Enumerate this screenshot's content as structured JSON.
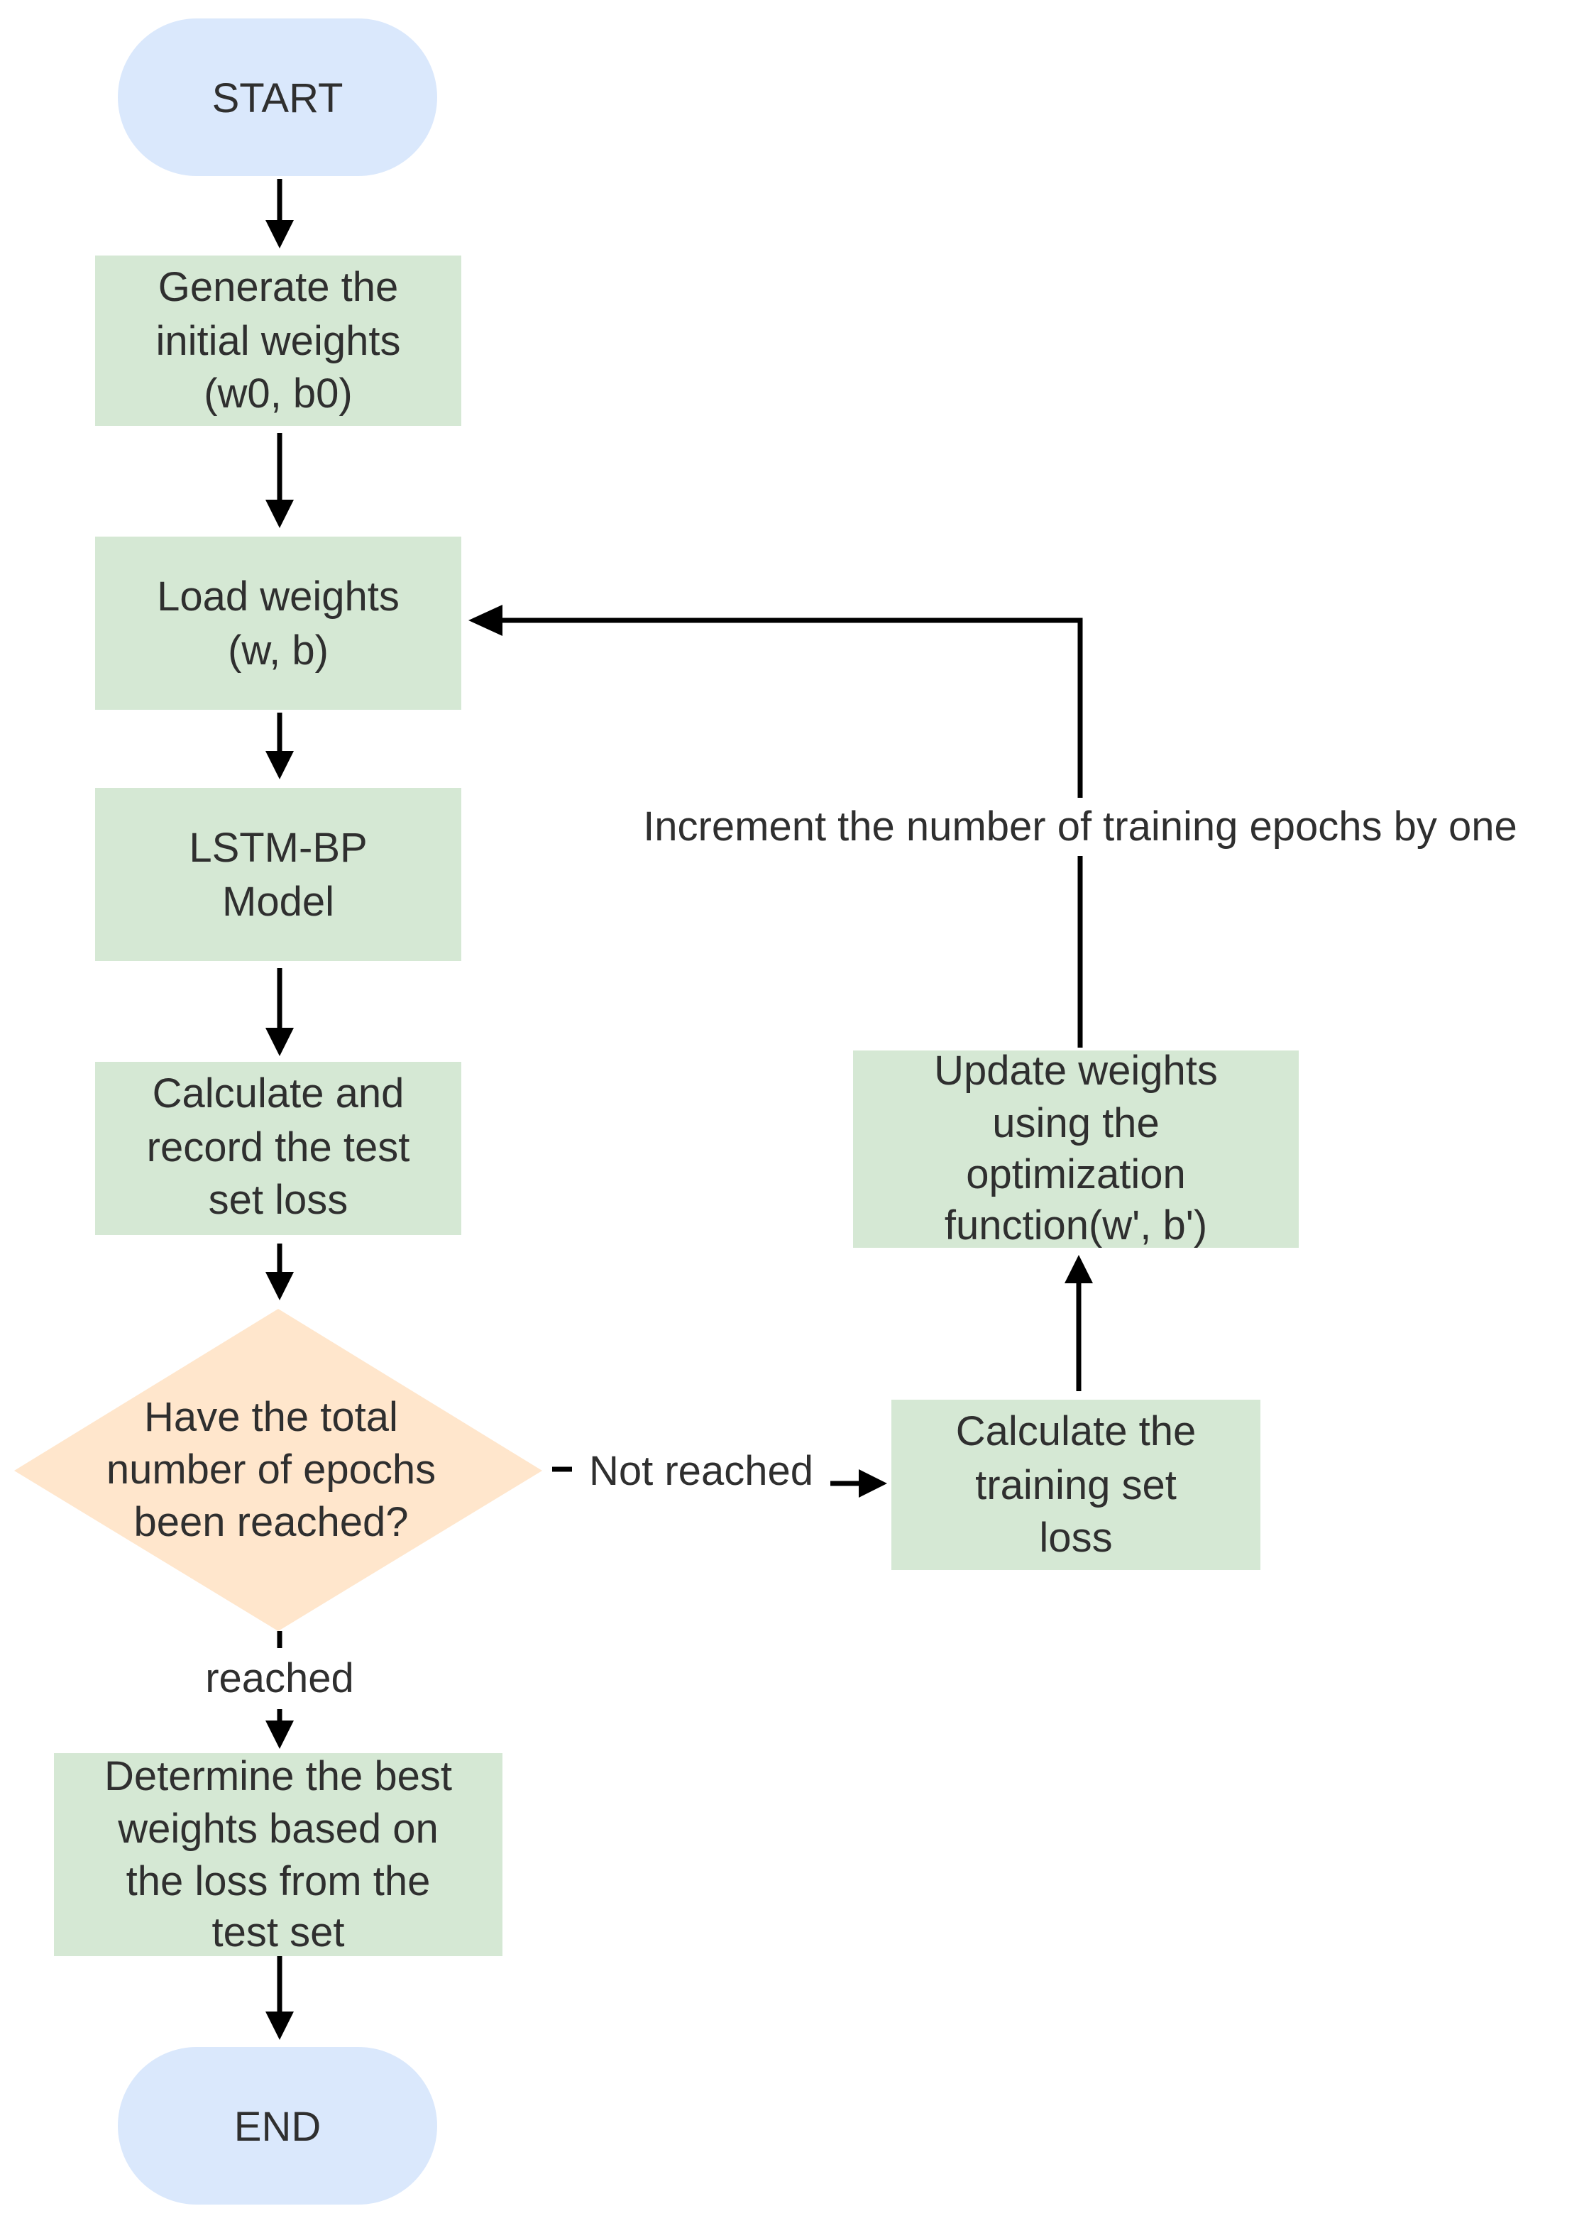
{
  "colors": {
    "terminal_fill": "#dae8fc",
    "process_fill": "#d5e8d4",
    "decision_fill": "#ffe6cc",
    "arrow": "#000000"
  },
  "nodes": {
    "start": {
      "lines": [
        "START"
      ]
    },
    "generate": {
      "lines": [
        "Generate the",
        "initial weights",
        "(w0, b0)"
      ]
    },
    "load": {
      "lines": [
        "Load weights",
        "(w, b)"
      ]
    },
    "model": {
      "lines": [
        "LSTM-BP",
        "Model"
      ]
    },
    "calc_test": {
      "lines": [
        "Calculate and",
        "record the test",
        "set loss"
      ]
    },
    "decision": {
      "lines": [
        "Have the total",
        "number of epochs",
        "been reached?"
      ]
    },
    "calc_train": {
      "lines": [
        "Calculate the",
        "training set",
        "loss"
      ]
    },
    "update": {
      "lines": [
        "Update weights",
        "using the",
        "optimization",
        "function(w', b')"
      ]
    },
    "best": {
      "lines": [
        "Determine the best",
        "weights based on",
        "the loss from the",
        "test set"
      ]
    },
    "end": {
      "lines": [
        "END"
      ]
    }
  },
  "edge_labels": {
    "not_reached": "Not reached",
    "reached": "reached",
    "increment": "Increment the number of training epochs by one"
  }
}
